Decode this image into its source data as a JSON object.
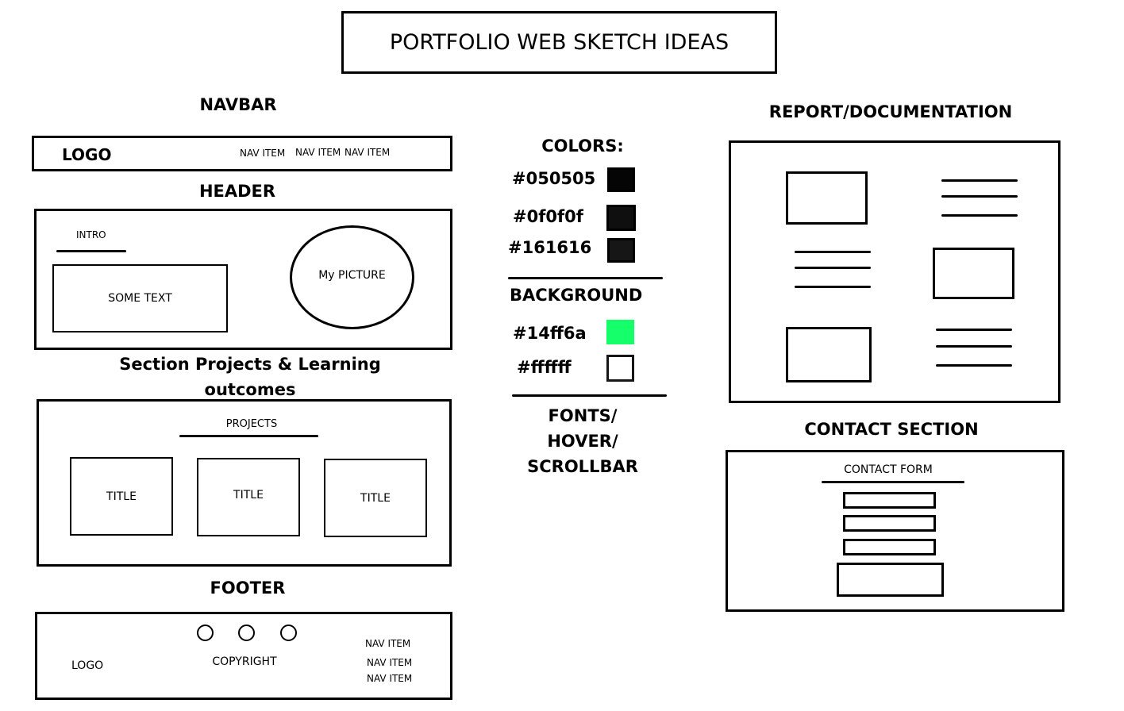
{
  "title": "PORTFOLIO WEB SKETCH IDEAS",
  "navbar": {
    "heading": "NAVBAR",
    "logo": "LOGO",
    "items": [
      "NAV ITEM",
      "NAV ITEM",
      "NAV ITEM"
    ]
  },
  "header": {
    "heading": "HEADER",
    "intro": "INTRO",
    "some_text": "SOME TEXT",
    "picture": "My PICTURE"
  },
  "projects": {
    "heading_line1": "Section Projects & Learning",
    "heading_line2": "outcomes",
    "label": "PROJECTS",
    "cards": [
      "TITLE",
      "TITLE",
      "TITLE"
    ]
  },
  "footer": {
    "heading": "FOOTER",
    "logo": "LOGO",
    "copyright": "COPYRIGHT",
    "items": [
      "NAV ITEM",
      "NAV ITEM",
      "NAV ITEM"
    ]
  },
  "colors": {
    "heading": "COLORS:",
    "swatches": [
      {
        "hex": "#050505",
        "color": "#050505"
      },
      {
        "hex": "#0f0f0f",
        "color": "#0f0f0f"
      },
      {
        "hex": "#161616",
        "color": "#161616"
      }
    ],
    "background_heading": "BACKGROUND",
    "backgrounds": [
      {
        "hex": "#14ff6a",
        "color": "#14ff6a"
      },
      {
        "hex": "#ffffff",
        "color": "#ffffff"
      }
    ],
    "fonts_lines": [
      "FONTS/",
      "HOVER/",
      "SCROLLBAR"
    ]
  },
  "report": {
    "heading": "REPORT/DOCUMENTATION"
  },
  "contact": {
    "heading": "CONTACT SECTION",
    "form_label": "CONTACT FORM"
  }
}
